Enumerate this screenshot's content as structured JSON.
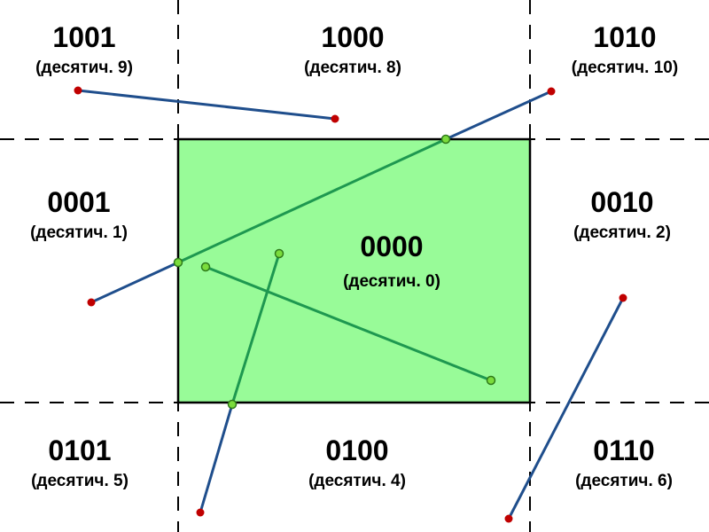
{
  "regions": [
    {
      "code": "1001",
      "decimal": "(десятич. 9)"
    },
    {
      "code": "1000",
      "decimal": "(десятич. 8)"
    },
    {
      "code": "1010",
      "decimal": "(десятич. 10)"
    },
    {
      "code": "0001",
      "decimal": "(десятич. 1)"
    },
    {
      "code": "0000",
      "decimal": "(десятич. 0)"
    },
    {
      "code": "0010",
      "decimal": "(десятич. 2)"
    },
    {
      "code": "0101",
      "decimal": "(десятич. 5)"
    },
    {
      "code": "0100",
      "decimal": "(десятич. 4)"
    },
    {
      "code": "0110",
      "decimal": "(десятич. 6)"
    }
  ],
  "colors": {
    "clip_window_fill": "#98fb98",
    "clip_window_stroke": "#000000",
    "grid_line": "#000000",
    "segment_outside": "#1f4e8c",
    "segment_inside": "#1e9850",
    "endpoint_outside": "#c00000",
    "endpoint_inside": "#7bdc3c",
    "text": "#000000"
  }
}
